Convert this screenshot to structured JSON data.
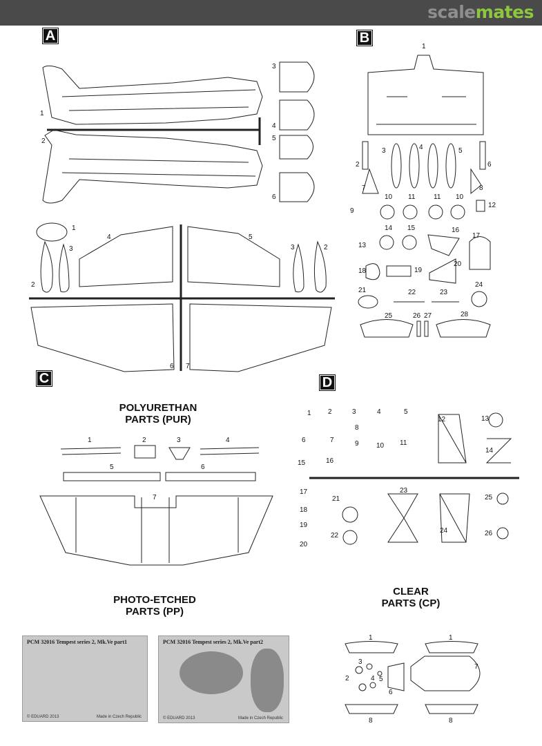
{
  "logo": {
    "part1": "scale",
    "part2": "mates",
    "colors": {
      "grey": "#8e8e8e",
      "green": "#8dc63f",
      "bar": "#4a4a4a"
    }
  },
  "sections": {
    "a": "A",
    "b": "B",
    "c": "C",
    "d": "D"
  },
  "headings": {
    "pur_line1": "POLYURETHAN",
    "pur_line2": "PARTS (PUR)",
    "pe_line1": "PHOTO-ETCHED",
    "pe_line2": "PARTS (PP)",
    "cp_line1": "CLEAR",
    "cp_line2": "PARTS (CP)"
  },
  "labels": {
    "a": [
      "1",
      "2",
      "3",
      "4",
      "5",
      "6",
      "1",
      "3",
      "2",
      "4",
      "5",
      "3",
      "2",
      "6",
      "7"
    ],
    "b": [
      "1",
      "2",
      "3",
      "4",
      "5",
      "6",
      "7",
      "8",
      "9",
      "10",
      "11",
      "11",
      "10",
      "12",
      "13",
      "14",
      "15",
      "16",
      "17",
      "18",
      "19",
      "20",
      "21",
      "22",
      "23",
      "24",
      "25",
      "26",
      "27",
      "28"
    ],
    "c": [
      "1",
      "2",
      "3",
      "4",
      "5",
      "6",
      "7"
    ],
    "d": [
      "1",
      "2",
      "3",
      "8",
      "4",
      "5",
      "6",
      "7",
      "9",
      "10",
      "11",
      "12",
      "13",
      "14",
      "15",
      "16",
      "17",
      "18",
      "19",
      "20",
      "21",
      "22",
      "23",
      "24",
      "25",
      "26"
    ],
    "cp": [
      "1",
      "1",
      "3",
      "2",
      "4",
      "5",
      "6",
      "7",
      "8",
      "8"
    ]
  },
  "frets": [
    {
      "title": "PCM 32016 Tempest series 2, Mk.Ve  part1",
      "copyright": "© EDUARD 2013",
      "made_in": "Made in Czech Republic"
    },
    {
      "title": "PCM 32016 Tempest series 2, Mk.Ve  part2",
      "copyright": "© EDUARD 2013",
      "made_in": "Made in Czech Republic"
    }
  ]
}
